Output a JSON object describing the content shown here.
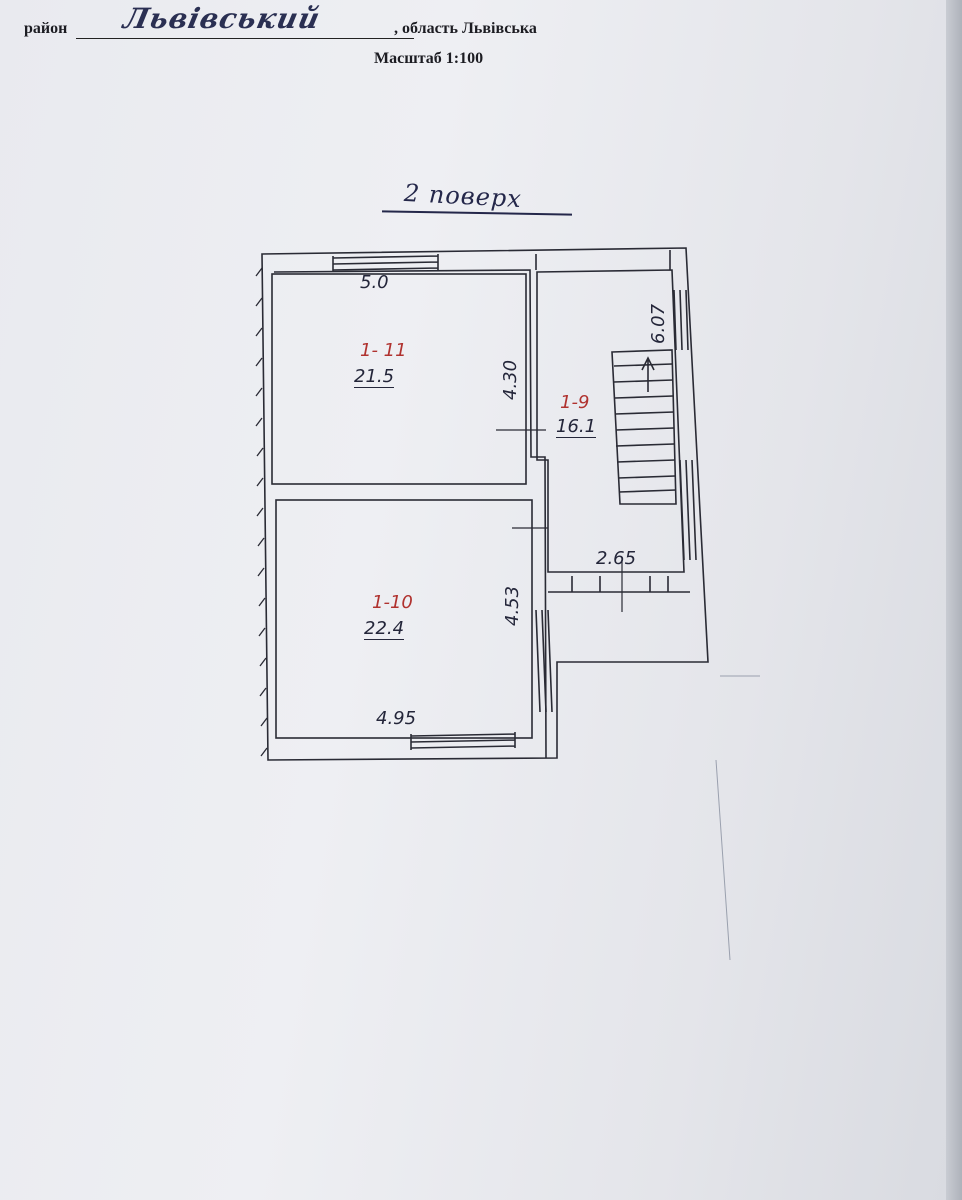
{
  "header": {
    "district_label": "район",
    "district_value": "Львівський",
    "region_text": ", область Львівська",
    "scale": "Масштаб 1:100"
  },
  "floor": {
    "title": "2 поверх"
  },
  "rooms": [
    {
      "id": "1- 11",
      "area": "21.5",
      "width": "5.0",
      "depth": "4.30"
    },
    {
      "id": "1-10",
      "area": "22.4",
      "width": "4.95",
      "depth": "4.53"
    },
    {
      "id": "1-9",
      "area": "16.1",
      "width": "2.65",
      "depth": "6.07"
    }
  ],
  "colors": {
    "ink": "#2a2b35",
    "room_number": "#b0322f",
    "handwriting": "#24274a"
  }
}
